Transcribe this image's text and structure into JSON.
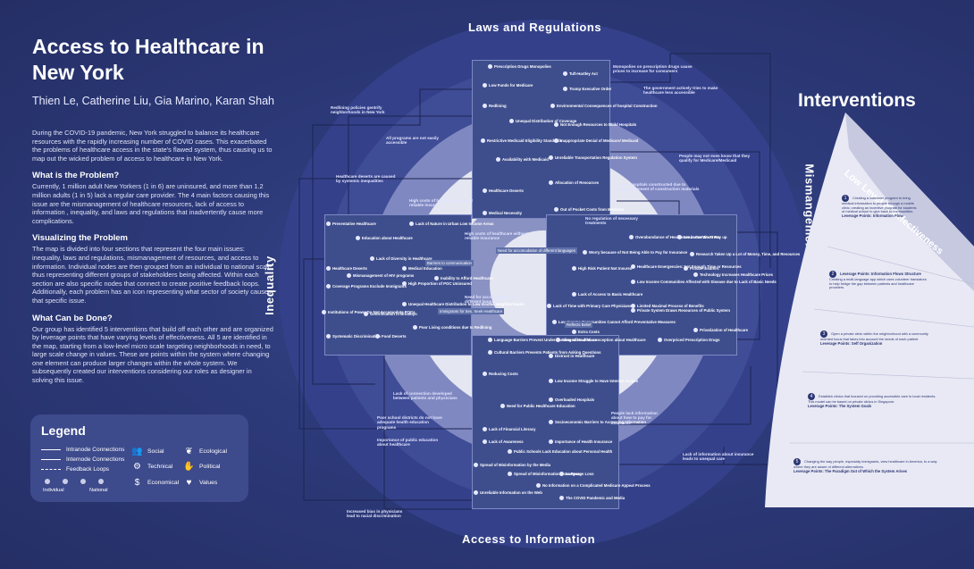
{
  "title": "Access to Healthcare in New York",
  "authors": "Thien Le, Catherine Liu, Gia Marino, Karan Shah",
  "intro": "During the COVID-19 pandemic, New York struggled to balance its healthcare resources with the rapidly increasing number of COVID cases. This exacerbated the problems of healthcare access in the state's flawed system, thus causing us to map out the wicked problem of access to healthcare in New York.",
  "sections": [
    {
      "heading": "What is the Problem?",
      "body": "Currently, 1 million adult New Yorkers (1 in 6) are uninsured, and more than 1.2 million adults (1 in 5) lack a regular care provider. The 4 main factors causing this issue are the mismanagement of healthcare resources, lack of access to information , inequality, and laws and regulations that inadvertently cause more complications."
    },
    {
      "heading": "Visualizing the Problem",
      "body": "The map is divided into four sections that represent the four main issues: inequality, laws and regulations, mismanagement of resources, and access to information. Individual nodes are then grouped from an individual to national scale, thus representing different groups of stakeholders being affected. Within each section are also specific nodes that connect to create positive feedback loops. Additionally, each problem has an icon representing what sector of society causes that specific issue."
    },
    {
      "heading": "What Can be Done?",
      "body": "Our group has identified 5 interventions that build off each other and are organized by leverage points that have varying levels of effectiveness. All 5 are identified in the map, starting from a low-level micro scale targeting neighborhoods in need, to large scale change in values. These are points within the system where changing one element can produce larger changes within the whole system. We subsequently created our interventions considering our roles as designer in solving this issue."
    }
  ],
  "legend": {
    "title": "Legend",
    "lines": [
      "Intranode Connections",
      "Internode Connections",
      "Feedback Loops"
    ],
    "icons": [
      {
        "label": "Social",
        "icon": "people-icon"
      },
      {
        "label": "Ecological",
        "icon": "leaf-icon"
      },
      {
        "label": "Technical",
        "icon": "gear-icon"
      },
      {
        "label": "Political",
        "icon": "hand-icon"
      },
      {
        "label": "Economical",
        "icon": "dollar-icon"
      },
      {
        "label": "Values",
        "icon": "heart-icon"
      }
    ],
    "scale_left": "Individual",
    "scale_right": "National"
  },
  "map": {
    "top": "Laws and Regulations",
    "bottom": "Access to Information",
    "left": "Inequality",
    "right": "Mismangement of Healthcare Resources",
    "nodes_top": [
      "Prescription Drugs Monopolies",
      "Tuft-Hartley Act",
      "Low Funds for Medicare",
      "Trump Executive Order",
      "Redlining",
      "Environmental Consequences of hospital Construction",
      "Unequal Distribution of Coverage",
      "Not Enough Resources to Build Hospitals",
      "Restrictive Medicaid Eligibility Standards",
      "Inappropriate Denial of Medicare/ Medicaid",
      "Availability with Medicaid",
      "Unreliable Transportation Regulation System",
      "Allocation of Resources",
      "Healthcare Deserts",
      "Medical Necessity",
      "Out of Pocket Costs from Medicare"
    ],
    "nodes_left": [
      "Preventative Healthcare",
      "Lack of Nature in Urban Low Income Areas",
      "Education about Healthcare",
      "Healthcare Deserts",
      "Lack of Diversity in Healthcare",
      "Medical Education",
      "Mismanagement of HIV programs",
      "Coverage Programs Exclude Immigrants",
      "High Proportion of POC Uninsured",
      "Inability to Afford Healthcare",
      "Unequal Healthcare Distribution to Low Income Neighborhoods",
      "Institutions of Power Do Not Accomodate POCs",
      "Gentrification in Brooklyn",
      "Poor Living conditions due to Redlining",
      "Systematic Discrimination",
      "Food Deserts"
    ],
    "nodes_right": [
      "Worry because of Not Being Able to Pay for Insurance",
      "Overabundance of Healthcare in Certain Areas",
      "Insurance Won't Pay up",
      "High Risk Patient Not Insured",
      "Healthcare Emergencies: Not Enough Time or Resources",
      "Low Income Communities Affected with Disease due to Lack of Basic Needs",
      "Research Taken Up a Lot of Money, Time, and Resources",
      "Private Insurers",
      "Technology Increases Healthcare Prices",
      "Lack of Access to Basic Healthcare",
      "Limited Maximal Process of Benefits",
      "Lack of Time with Primary Care Physicians",
      "Private System Draws Resources of Public System",
      "Low Income Communities Cannot Afford Preventative Measures",
      "Extra Costs",
      "Privatization of Healthcare",
      "Overpriced Prescription Drugs"
    ],
    "nodes_bottom": [
      "Language Barriers Prevent Understanding of Healthcare",
      "Generational Misconception about Healthcare",
      "Cultural Barriers Prevents Patients from Asking Questions",
      "Distrust in Healthcare",
      "Reducing Costs",
      "Low Income Struggle to Have Internet Access",
      "Need for Public Healthcare Education",
      "Overloaded Hospitals",
      "Lack of Financial Literacy",
      "Socioeconomic Barriers to Accessing Information",
      "Lack of Awareness",
      "Importance of Health Insurance",
      "Public Schools Lack Education about Personal Health",
      "Spread of Misinformation by the Media",
      "Spread of Misinformation from Peers",
      "Language Loss",
      "Unreliable Information on the Web",
      "No Information on a Complicated Medicare Appeal Process",
      "The COVID Pandemic and Media"
    ],
    "chips": [
      "Barriers to communication",
      "Need for accomodation of different languages",
      "Immigrants for Ses, Seek Healthcare",
      "Reflects Belief"
    ],
    "annotations": [
      "Monopolies on prescription drugs cause prices to increase for consumers",
      "The government actively tries to make healthcare less accessible",
      "Redlining policies gentrify neighborhoods in New York",
      "All programs are not easily accessible",
      "People may not even know that they qualify for Medicare/Medicaid",
      "Healthcare deserts are caused by systemic inequalities",
      "High costs of healthcare without reliable insurance",
      "Fewer hospitals constructed due to mismanagement of construction materials",
      "No regulation of necessary treatments",
      "High costs of healthcare without reliable insurance",
      "Need for accomodation of different languages",
      "Lack of connection developed between patients and physicians",
      "Poor school districts do not have adequate health education programs",
      "Importance of public education about healthcare",
      "People lack information about how to pay for insurance",
      "Lack of information about insurance leads to unequal care",
      "Increased bias in physicians lead to racial discrimination"
    ]
  },
  "interventions": {
    "title": "Interventions",
    "arc_label": "Low Level of Effectiveness",
    "items": [
      {
        "n": "1",
        "label": "Leverage Points: Information Flow",
        "text": "Creating a volunteer program to bring medical information to people through a mobile clinic; creating an incentive program for students of medical school to give back to communities."
      },
      {
        "n": "2",
        "label": "Leverage Points: Information Flows Structure",
        "text": "Creating a multi-language app which uses volunteer translators to help bridge the gap between patients and healthcare providers."
      },
      {
        "n": "3",
        "label": "Leverage Points: Self Organization",
        "text": "Open a private clinic within the neighborhood with a community oriented focus that takes into account the needs of each patient."
      },
      {
        "n": "4",
        "label": "Leverage Points: The System Goals",
        "text": "Establish clinics that focused on providing accessible care to local residents. This model can be based on private clinics in Singapore."
      },
      {
        "n": "5",
        "label": "Leverage Points: The Paradigm Out of Which the System Arises",
        "text": "Changing the way people, especially immigrants, view healthcare in America, to a way where they are aware of different alternatives."
      }
    ]
  },
  "colors": {
    "background": "#2b3674",
    "panel": "#3e4e8d",
    "ring_light": "#e4e6f2",
    "ring_mid": "#8a92c4",
    "fan": "#e8e9f4"
  }
}
